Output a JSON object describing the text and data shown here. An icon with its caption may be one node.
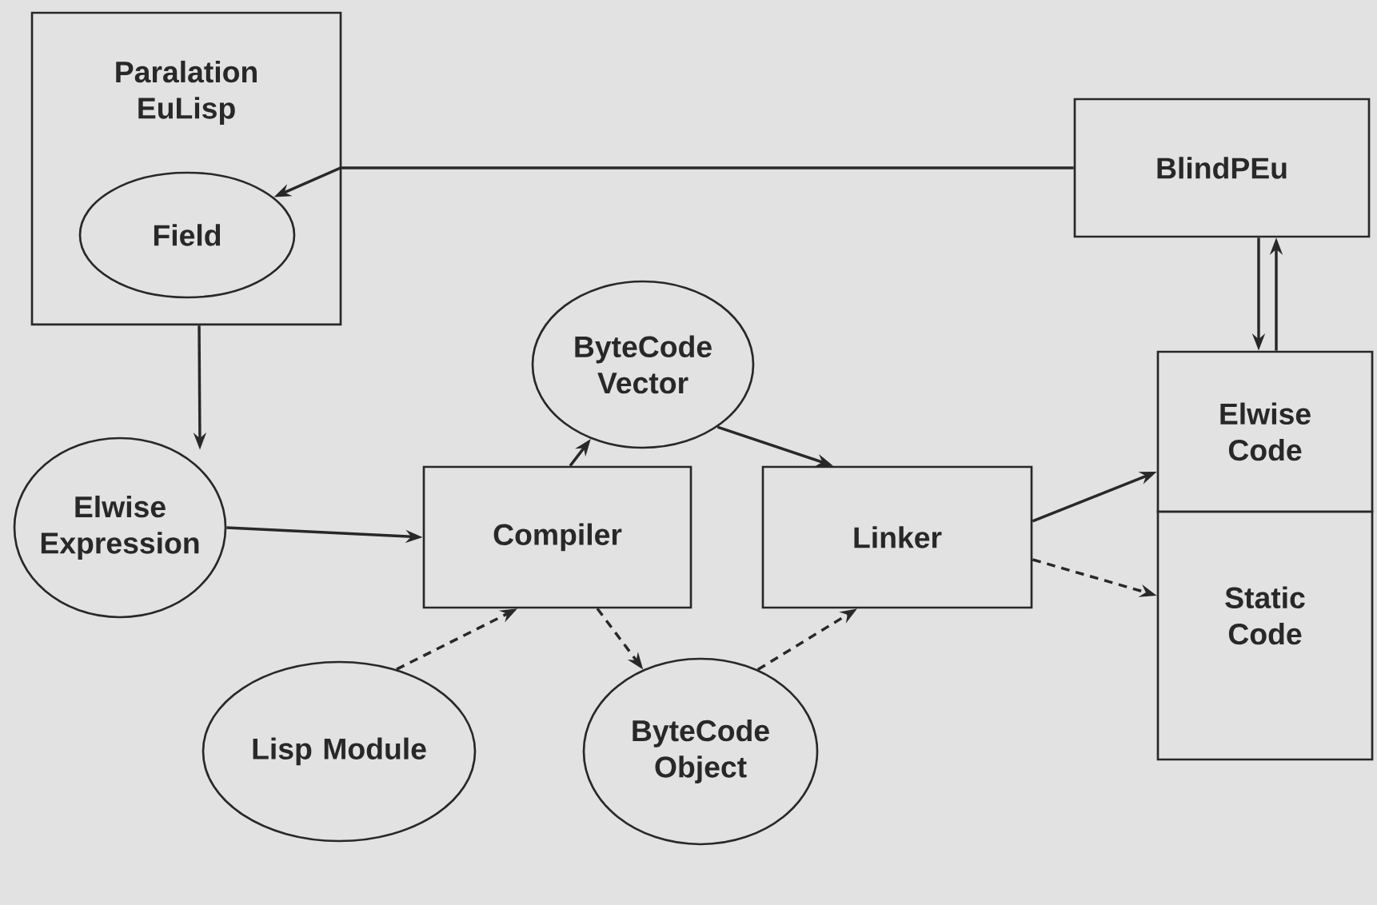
{
  "diagram": {
    "nodes": [
      {
        "text": [
          "Paralation EuLisp"
        ]
      },
      {
        "text": [
          "Field"
        ],
        "in": 0
      },
      {
        "text": [
          "BlindPEu"
        ]
      },
      {
        "text": [
          "ByteCode Vector"
        ]
      },
      {
        "text": [
          "Elwise Expression"
        ]
      },
      {
        "text": [
          "Compiler"
        ]
      },
      {
        "text": [
          "Linker"
        ]
      },
      {
        "text": [
          "Elwise Code"
        ]
      },
      {
        "text": [
          "Static Code"
        ]
      },
      {
        "text": [
          "Lisp Module"
        ]
      },
      {
        "text": [
          "ByteCode Object"
        ]
      }
    ],
    "edges": [
      {
        "from": 2,
        "to": 1,
        "arrow": "to"
      },
      {
        "from": 0,
        "to": 4,
        "arrow": "to"
      },
      {
        "from": 4,
        "to": 5,
        "arrow": "to"
      },
      {
        "from": 5,
        "to": 3,
        "arrow": "to"
      },
      {
        "from": 3,
        "to": 6,
        "arrow": "to"
      },
      {
        "from": 9,
        "to": 5,
        "arrow": "to",
        "style": "dashed"
      },
      {
        "from": 5,
        "to": 10,
        "arrow": "to",
        "style": "dashed"
      },
      {
        "from": 10,
        "to": 6,
        "arrow": "to",
        "style": "dashed"
      },
      {
        "from": 6,
        "to": 7,
        "arrow": "to"
      },
      {
        "from": 6,
        "to": 8,
        "arrow": "to",
        "style": "dashed"
      },
      {
        "from": 2,
        "to": 7,
        "arrow": "to"
      },
      {
        "from": 7,
        "to": 2,
        "arrow": "to"
      }
    ]
  }
}
